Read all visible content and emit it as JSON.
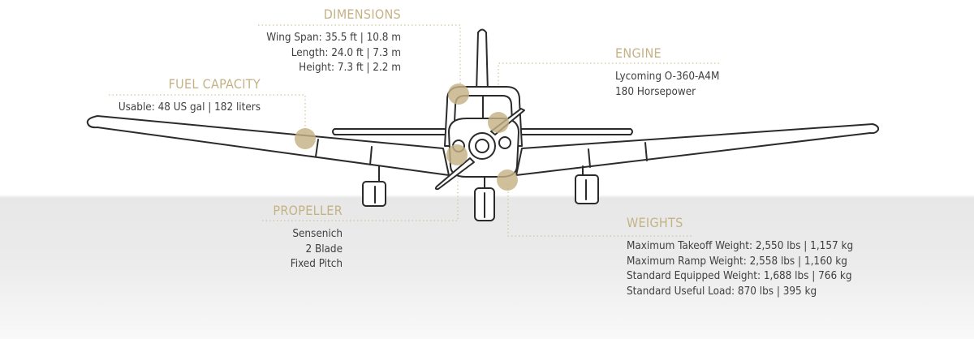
{
  "accent_color": "#c4b285",
  "text_color": "#3f3f3f",
  "dimensions": {
    "heading": "DIMENSIONS",
    "lines": [
      "Wing Span: 35.5 ft | 10.8 m",
      "Length: 24.0 ft | 7.3 m",
      "Height: 7.3 ft | 2.2 m"
    ]
  },
  "fuel_capacity": {
    "heading": "FUEL CAPACITY",
    "lines": [
      "Usable: 48 US gal | 182 liters"
    ]
  },
  "engine": {
    "heading": "ENGINE",
    "lines": [
      "Lycoming O-360-A4M",
      "180 Horsepower"
    ]
  },
  "propeller": {
    "heading": "PROPELLER",
    "lines": [
      "Sensenich",
      "2 Blade",
      "Fixed Pitch"
    ]
  },
  "weights": {
    "heading": "WEIGHTS",
    "lines": [
      "Maximum Takeoff Weight: 2,550 lbs | 1,157 kg",
      "Maximum Ramp Weight: 2,558 lbs | 1,160 kg",
      "Standard Equipped Weight: 1,688 lbs | 766 kg",
      "Standard Useful Load: 870 lbs | 395 kg"
    ]
  }
}
